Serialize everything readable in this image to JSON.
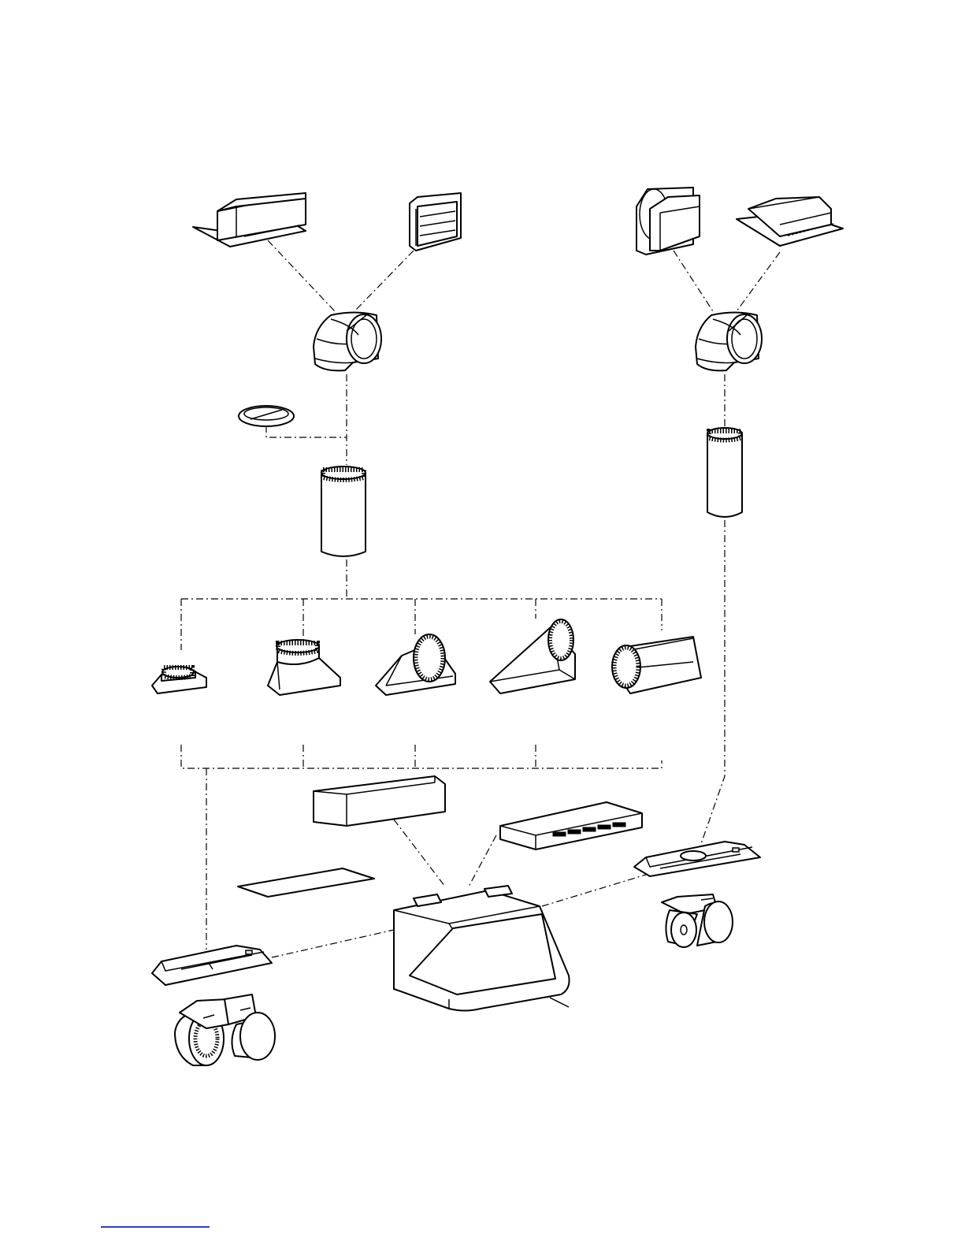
{
  "diagram": {
    "kind": "exploded-parts-view",
    "subject": "range-hood-ducting-accessories",
    "labels": []
  },
  "colors": {
    "line": "#000000",
    "background": "#ffffff",
    "link": "#2a3fd8"
  },
  "parts": [
    "roof-jack-low-profile",
    "wall-cap-louvered",
    "wall-cap-hood",
    "roof-cap",
    "round-elbow-left",
    "round-elbow-right",
    "damper-disc",
    "round-duct-left",
    "round-duct-right",
    "transition-round-small",
    "transition-round-vertical",
    "transition-round-angled",
    "transition-round-offset",
    "transition-round-horizontal",
    "duct-cover",
    "liner-panel",
    "filter-plate",
    "range-hood",
    "blower-plate-double",
    "blower-double",
    "blower-plate-single",
    "blower-single"
  ]
}
